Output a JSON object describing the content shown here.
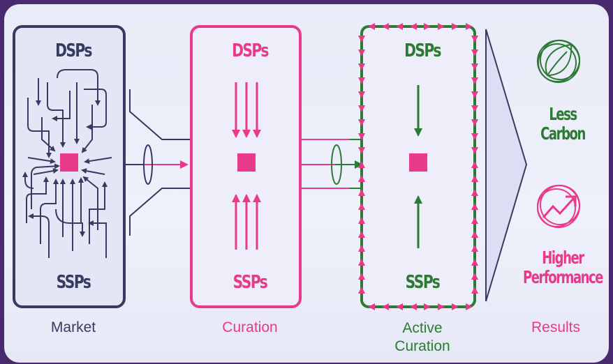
{
  "colors": {
    "market": "#363b62",
    "curation": "#e8398a",
    "active": "#2c7a34",
    "background": "#eceef9",
    "frame": "#4a2a6e"
  },
  "stages": [
    {
      "top": "DSPs",
      "bottom": "SSPs",
      "caption": "Market"
    },
    {
      "top": "DSPs",
      "bottom": "SSPs",
      "caption": "Curation"
    },
    {
      "top": "DSPs",
      "bottom": "SSPs",
      "caption_line1": "Active",
      "caption_line2": "Curation"
    }
  ],
  "results": {
    "caption": "Results",
    "carbon_line1": "Less",
    "carbon_line2": "Carbon",
    "carbon_icon": "leaf-icon",
    "performance_line1": "Higher",
    "performance_line2": "Performance",
    "performance_icon": "trend-up-icon"
  }
}
